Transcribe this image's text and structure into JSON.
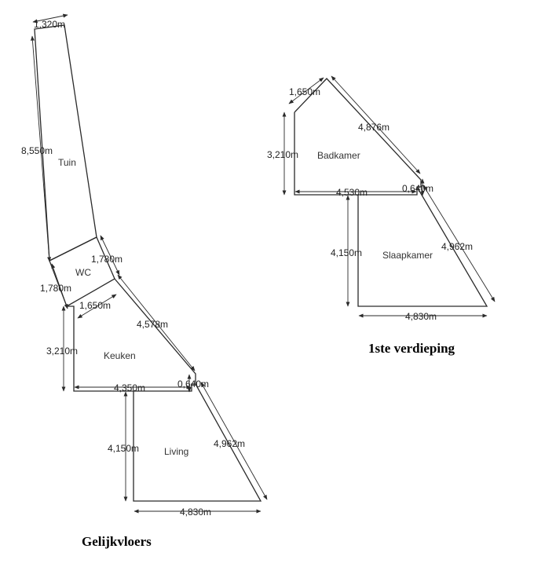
{
  "titles": {
    "ground_floor": "Gelijkvloers",
    "first_floor": "1ste verdieping"
  },
  "rooms": {
    "tuin": "Tuin",
    "wc": "WC",
    "keuken": "Keuken",
    "living": "Living",
    "badkamer": "Badkamer",
    "slaapkamer": "Slaapkamer"
  },
  "dimensions": {
    "tuin_width": "1,320m",
    "tuin_length": "8,550m",
    "wc_right": "1,780m",
    "wc_left": "1,780m",
    "keuken_top": "1,650m",
    "keuken_height": "3,210m",
    "keuken_diag": "4,578m",
    "keuken_bottom": "4,350m",
    "keuken_step": "0,640m",
    "living_height": "4,150m",
    "living_diag": "4,962m",
    "living_bottom": "4,830m",
    "bad_top": "1,650m",
    "bad_height": "3,210m",
    "bad_diag": "4,876m",
    "bad_bottom": "4,530m",
    "bad_step": "0,640m",
    "slaap_height": "4,150m",
    "slaap_diag": "4,962m",
    "slaap_bottom": "4,830m"
  }
}
